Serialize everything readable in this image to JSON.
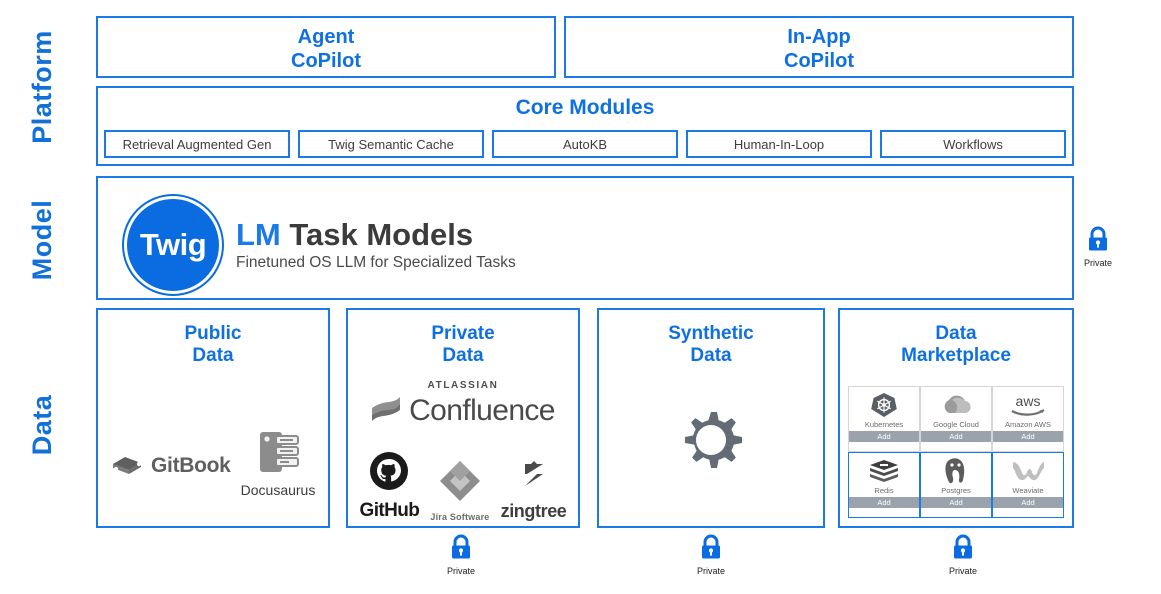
{
  "rails": [
    {
      "label": "Platform"
    },
    {
      "label": "Model"
    },
    {
      "label": "Data"
    }
  ],
  "colors": {
    "accent_blue": "#1a7ae8",
    "title_blue": "#0f71e0",
    "logo_blue": "#0a6ce0",
    "gray_icon": "#646b75",
    "add_button_gray": "#9aa3ab"
  },
  "platform": {
    "copilots": [
      {
        "line1": "Agent",
        "line2": "CoPilot"
      },
      {
        "line1": "In-App",
        "line2": "CoPilot"
      }
    ],
    "core_modules": {
      "title": "Core Modules",
      "modules": [
        {
          "label": "Retrieval Augmented Gen"
        },
        {
          "label": "Twig Semantic Cache"
        },
        {
          "label": "AutoKB"
        },
        {
          "label": "Human-In-Loop"
        },
        {
          "label": "Workflows"
        }
      ]
    }
  },
  "model": {
    "logo_text": "Twig",
    "heading_accent": "LM",
    "heading_rest": "Task Models",
    "subtitle": "Finetuned OS  LLM for Specialized Tasks"
  },
  "data": {
    "public": {
      "title_line1": "Public",
      "title_line2": "Data",
      "logos": [
        {
          "name": "gitbook-logo",
          "label": "GitBook"
        },
        {
          "name": "docusaurus-logo",
          "label": "Docusaurus"
        }
      ]
    },
    "private": {
      "title_line1": "Private",
      "title_line2": "Data",
      "atlassian_kicker": "ATLASSIAN",
      "confluence_label": "Confluence",
      "logos": [
        {
          "name": "github-logo",
          "label": "GitHub"
        },
        {
          "name": "jira-logo",
          "label": "Jira Software"
        },
        {
          "name": "zingtree-logo",
          "label": "zingtree"
        }
      ]
    },
    "synthetic": {
      "title_line1": "Synthetic",
      "title_line2": "Data",
      "icon": "gear-icon"
    },
    "marketplace": {
      "title_line1": "Data",
      "title_line2": "Marketplace",
      "tiles": [
        {
          "label": "Kubernetes",
          "action": "Add",
          "icon": "kubernetes-icon",
          "highlight": false
        },
        {
          "label": "Google Cloud",
          "action": "Add",
          "icon": "google-cloud-icon",
          "highlight": false
        },
        {
          "label": "Amazon AWS",
          "action": "Add",
          "icon": "aws-icon",
          "highlight": false
        },
        {
          "label": "Redis",
          "action": "Add",
          "icon": "redis-icon",
          "highlight": true
        },
        {
          "label": "Postgres",
          "action": "Add",
          "icon": "postgres-icon",
          "highlight": true
        },
        {
          "label": "Weaviate",
          "action": "Add",
          "icon": "weaviate-icon",
          "highlight": true
        }
      ]
    }
  },
  "locks": [
    {
      "id": "model",
      "label": "Private"
    },
    {
      "id": "private",
      "label": "Private"
    },
    {
      "id": "synthetic",
      "label": "Private"
    },
    {
      "id": "marketplace",
      "label": "Private"
    }
  ]
}
